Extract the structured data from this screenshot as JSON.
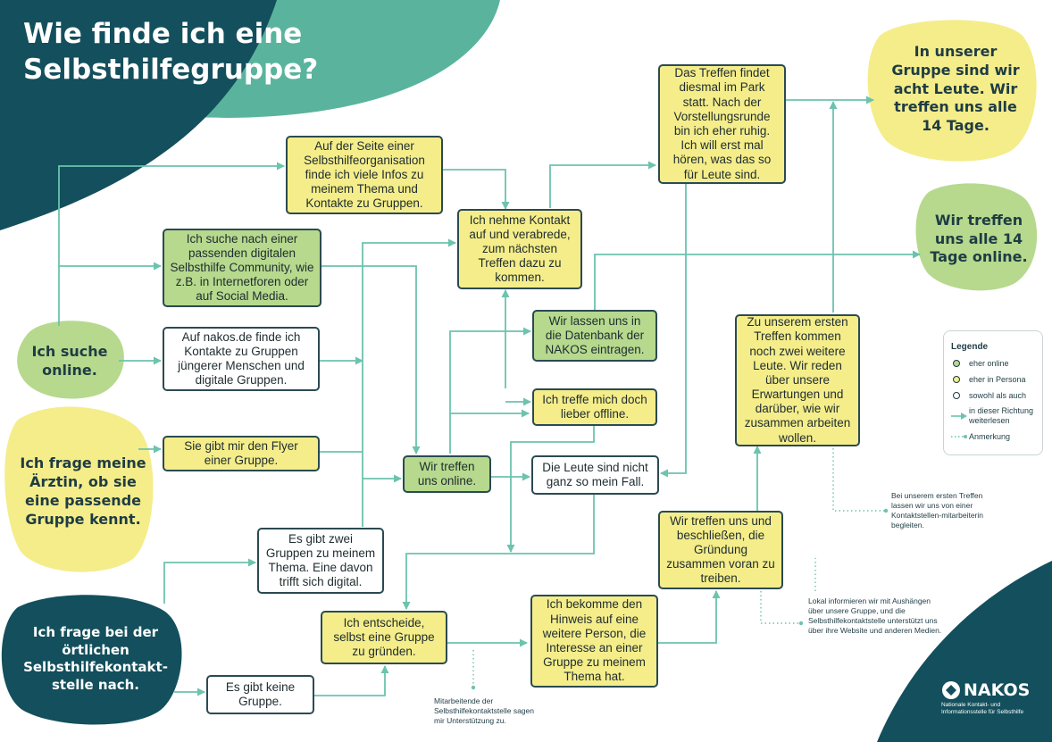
{
  "title": "Wie finde ich eine Selbsthilfegruppe?",
  "colors": {
    "online": "#b6d98e",
    "in_person": "#f4ed8a",
    "both": "#ffffff",
    "arrow": "#6cc3ae",
    "dark_teal": "#134f5c",
    "mid_teal": "#5ab49d"
  },
  "starts": {
    "online": "Ich suche online.",
    "doctor": "Ich frage meine Ärztin, ob sie eine passende Gruppe kennt.",
    "contact_point": "Ich frage bei der örtlichen Selbsthilfekontakt-stelle nach."
  },
  "ends": {
    "eight_people": "In unserer Gruppe sind wir acht Leute. Wir treffen uns alle 14 Tage.",
    "every_14_days": "Wir treffen uns alle 14 Tage online."
  },
  "nodes": {
    "self_help_org": "Auf der Seite einer Selbsthilfeorganisation finde ich viele Infos zu meinem Thema und Kontakte zu Gruppen.",
    "digital_community": "Ich suche nach einer passenden digitalen Selbsthilfe Community, wie z.B.  in Internetforen oder auf Social Media.",
    "nakos_de": "Auf nakos.de finde ich Kontakte zu Gruppen jüngerer Menschen und digitale Gruppen.",
    "flyer": "Sie gibt mir den Flyer einer Gruppe.",
    "two_groups": "Es gibt zwei Gruppen zu meinem Thema. Eine davon trifft sich digital.",
    "no_group": "Es gibt keine Gruppe.",
    "contact": "Ich nehme Kontakt auf und verabrede, zum nächsten Treffen dazu zu kommen.",
    "park": "Das Treffen findet diesmal im Park statt. Nach der Vorstellungsrunde bin ich eher ruhig. Ich will erst mal hören, was das so für Leute sind.",
    "database": "Wir lassen uns in die Datenbank der NAKOS eintragen.",
    "offline": "Ich treffe mich doch lieber offline.",
    "online_meet": "Wir treffen uns online.",
    "not_my_case": "Die Leute sind nicht ganz so mein Fall.",
    "found_self": "Ich entscheide, selbst eine Gruppe zu gründen.",
    "hint": "Ich bekomme den Hinweis auf eine weitere Person, die Interesse an einer Gruppe zu meinem Thema hat.",
    "decide": "Wir treffen uns und beschließen, die Gründung zusammen voran zu treiben.",
    "first_meeting": "Zu unserem ersten Treffen kommen noch zwei weitere Leute. Wir reden über unsere Erwartungen und darüber, wie wir zusammen arbeiten wollen."
  },
  "notes": {
    "staff": "Mitarbeitende der Selbsthilfekontaktstelle sagen mir Unterstützung zu.",
    "first_meeting": "Bei unserem ersten Treffen lassen wir uns von einer Kontaktstellen-mitarbeiterin begleiten.",
    "local": "Lokal informieren wir mit Aushängen über unsere Gruppe, und die Selbsthilfekontaktstelle unterstützt uns über ihre Website und anderen Medien."
  },
  "legend": {
    "title": "Legende",
    "online": "eher online",
    "in_person": "eher in Persona",
    "both": "sowohl als auch",
    "arrow": "in dieser Richtung weiterlesen",
    "note": "Anmerkung"
  },
  "logo": {
    "name": "NAKOS",
    "subtitle": "Nationale Kontakt- und Informationsstelle für Selbsthilfe"
  }
}
